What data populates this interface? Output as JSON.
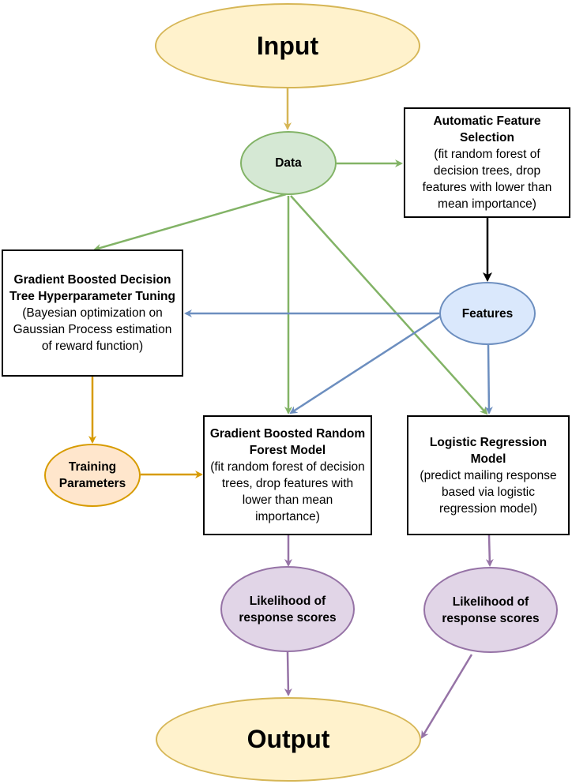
{
  "nodes": {
    "input": {
      "label": "Input"
    },
    "data": {
      "label": "Data"
    },
    "feature_selection": {
      "title": "Automatic Feature Selection",
      "description": "(fit random forest of decision trees, drop features with lower than mean importance)"
    },
    "features": {
      "label": "Features"
    },
    "hyper_tuning": {
      "title": "Gradient Boosted Decision Tree Hyperparameter Tuning",
      "description": "(Bayesian optimization on Gaussian Process estimation of reward function)"
    },
    "training_params": {
      "label": "Training Parameters"
    },
    "gbrf_model": {
      "title": "Gradient Boosted Random Forest Model",
      "description": "(fit random forest of decision trees, drop features with lower than mean importance)"
    },
    "logreg_model": {
      "title": "Logistic Regression Model",
      "description": "(predict mailing response based via logistic regression model)"
    },
    "likelihood_1": {
      "label": "Likelihood of response scores"
    },
    "likelihood_2": {
      "label": "Likelihood of response scores"
    },
    "output": {
      "label": "Output"
    }
  },
  "colors": {
    "input_output": "#d6b656",
    "data": "#82b366",
    "features": "#6c8ebf",
    "training": "#d79b00",
    "likelihood": "#9673a6",
    "selection": "#000000"
  }
}
